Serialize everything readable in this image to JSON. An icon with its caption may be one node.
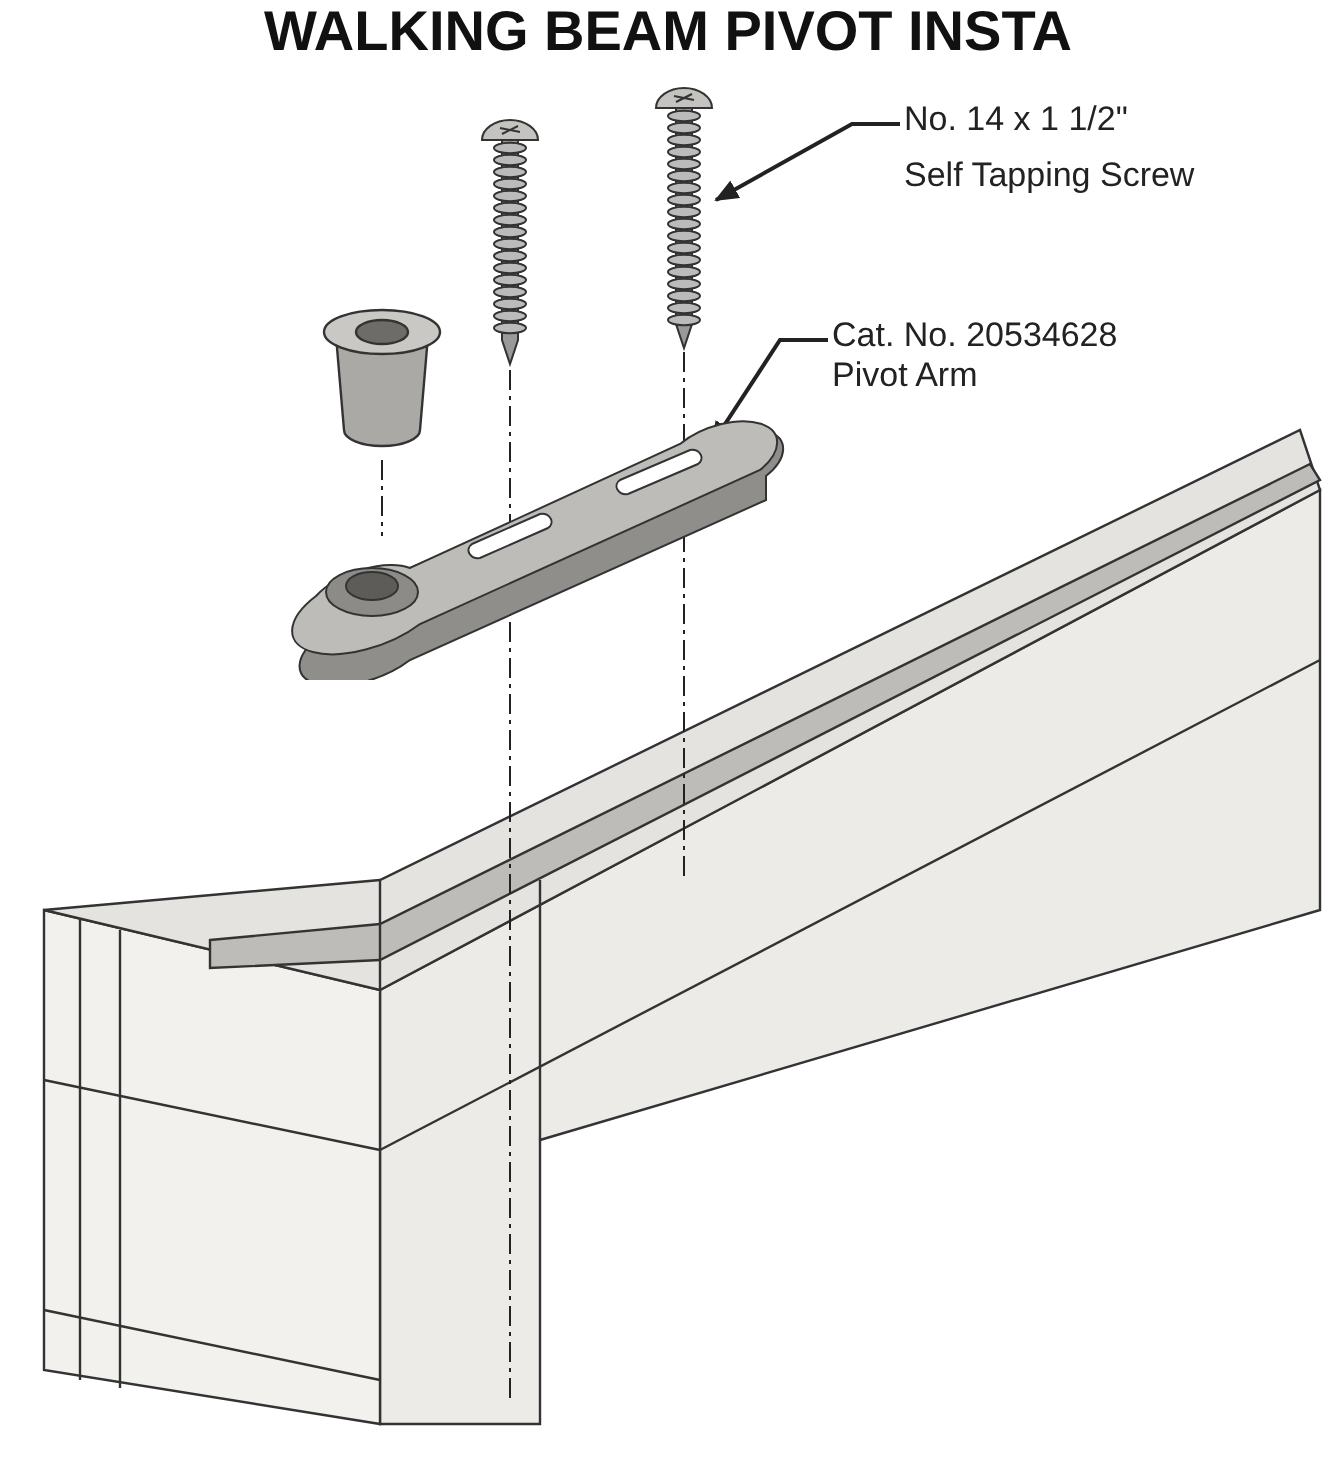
{
  "diagram": {
    "title": "WALKING BEAM PIVOT INSTA",
    "nodes": [
      {
        "text": [
          "No. 14 x 1 1/2\"",
          "Self Tapping Screw"
        ]
      },
      {
        "text": [],
        "shape": "picture"
      },
      {
        "text": [
          "Cat. No. 20534628 Pivot Arm"
        ]
      },
      {
        "text": [],
        "shape": "picture"
      }
    ],
    "edges": [
      {
        "from": 0,
        "to": 1,
        "arrow": "to"
      },
      {
        "from": 2,
        "to": 3,
        "arrow": "to"
      }
    ]
  }
}
